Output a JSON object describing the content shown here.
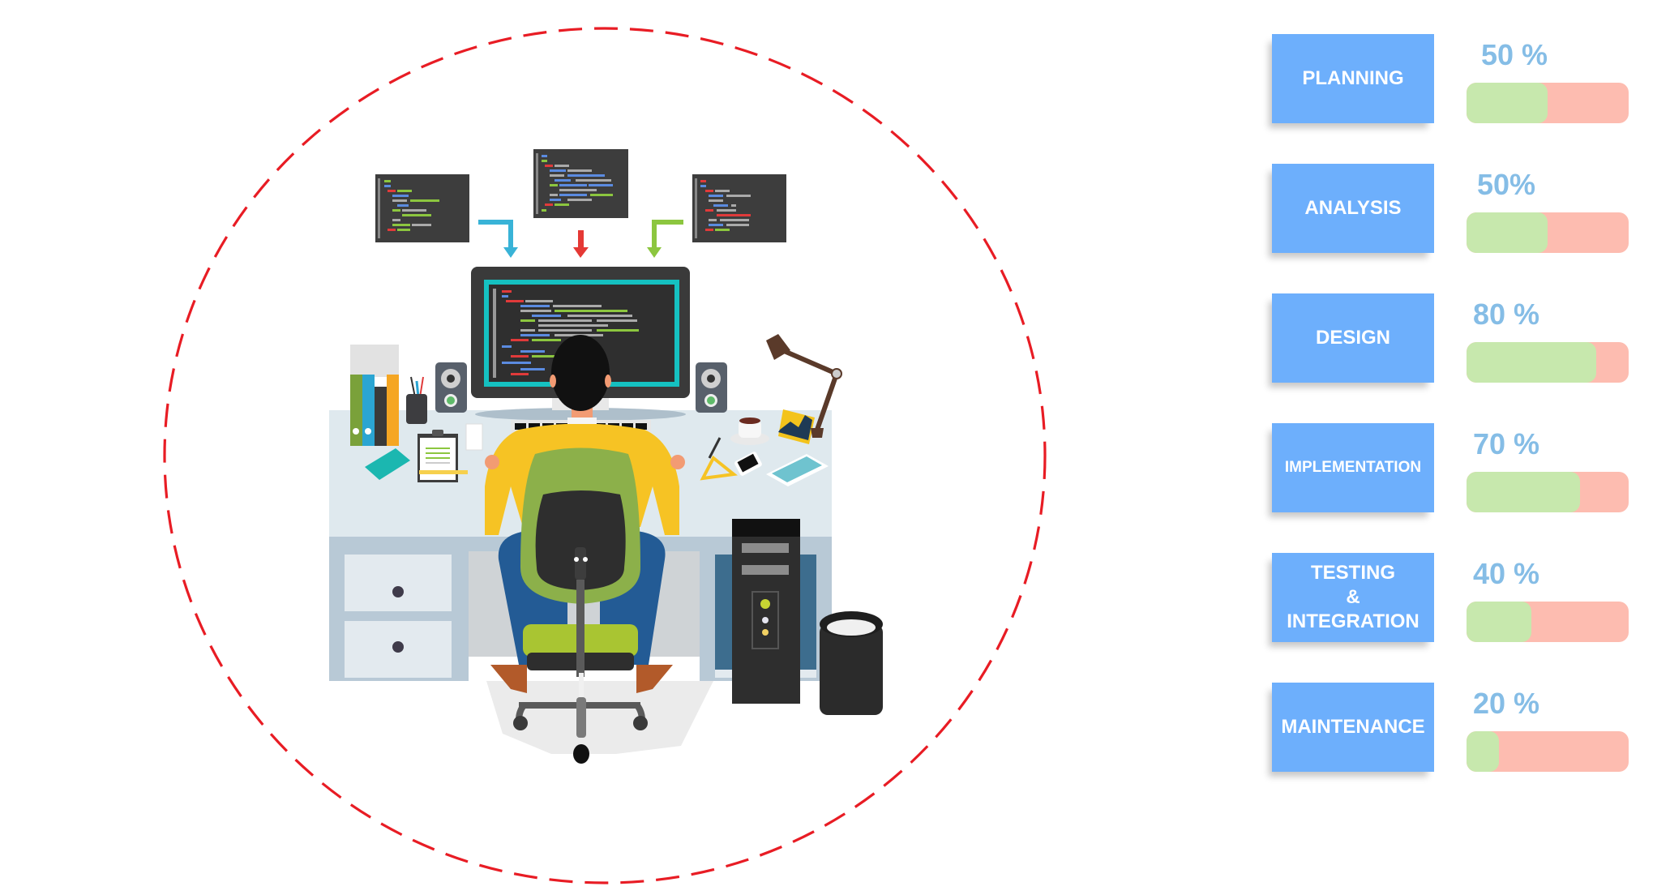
{
  "illustration": {
    "description": "Developer at desk coding, three code windows feeding into monitor",
    "circle_color": "#e81c24",
    "icons": [
      "code-window-icon",
      "arrow-down-icon",
      "monitor-icon",
      "developer-icon",
      "desk-icon",
      "chair-icon",
      "pc-tower-icon",
      "trash-bin-icon",
      "desk-lamp-icon",
      "books-icon",
      "speaker-icon",
      "coffee-cup-icon",
      "phone-icon",
      "tablet-icon",
      "clipboard-icon"
    ]
  },
  "colors": {
    "stage_box": "#6daffc",
    "percent_text": "#85bde6",
    "progress_done": "#c7e8ad",
    "progress_remaining": "#fdbcb0"
  },
  "chart_data": {
    "type": "bar",
    "title": "",
    "categories": [
      "PLANNING",
      "ANALYSIS",
      "DESIGN",
      "IMPLEMENTATION",
      "TESTING & INTEGRATION",
      "MAINTENANCE"
    ],
    "values": [
      50,
      50,
      80,
      70,
      40,
      20
    ],
    "xlabel": "",
    "ylabel": "",
    "ylim": [
      0,
      100
    ],
    "orientation": "horizontal",
    "grid": false
  },
  "stages": [
    {
      "label": "PLANNING",
      "percent_text": "50 %",
      "value": 50
    },
    {
      "label": "ANALYSIS",
      "percent_text": "50%",
      "value": 50
    },
    {
      "label": "DESIGN",
      "percent_text": "80 %",
      "value": 80
    },
    {
      "label": "IMPLEMENTATION",
      "percent_text": "70 %",
      "value": 70
    },
    {
      "label": "TESTING\n&\nINTEGRATION",
      "percent_text": "40 %",
      "value": 40
    },
    {
      "label": "MAINTENANCE",
      "percent_text": "20 %",
      "value": 20
    }
  ]
}
